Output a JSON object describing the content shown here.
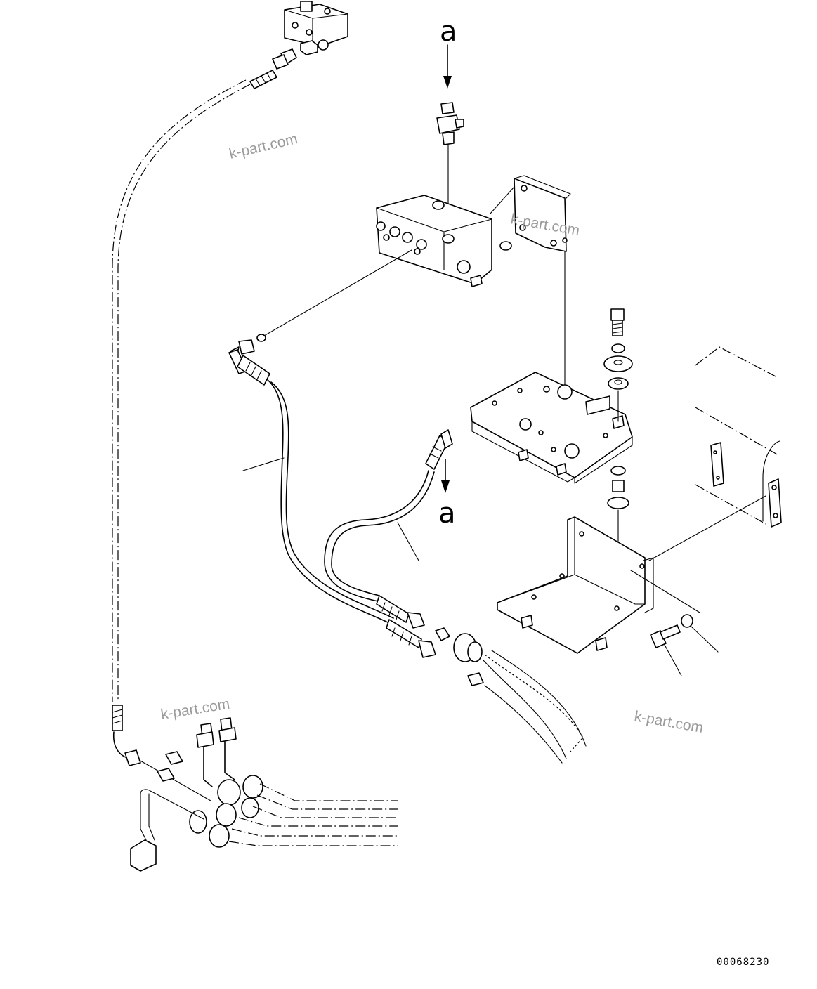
{
  "diagram": {
    "labels": {
      "ref_top": "a",
      "ref_bottom": "a"
    },
    "watermarks": [
      "k-part.com",
      "k-part.com",
      "k-part.com",
      "k-part.com"
    ],
    "drawing_number": "00068230"
  }
}
